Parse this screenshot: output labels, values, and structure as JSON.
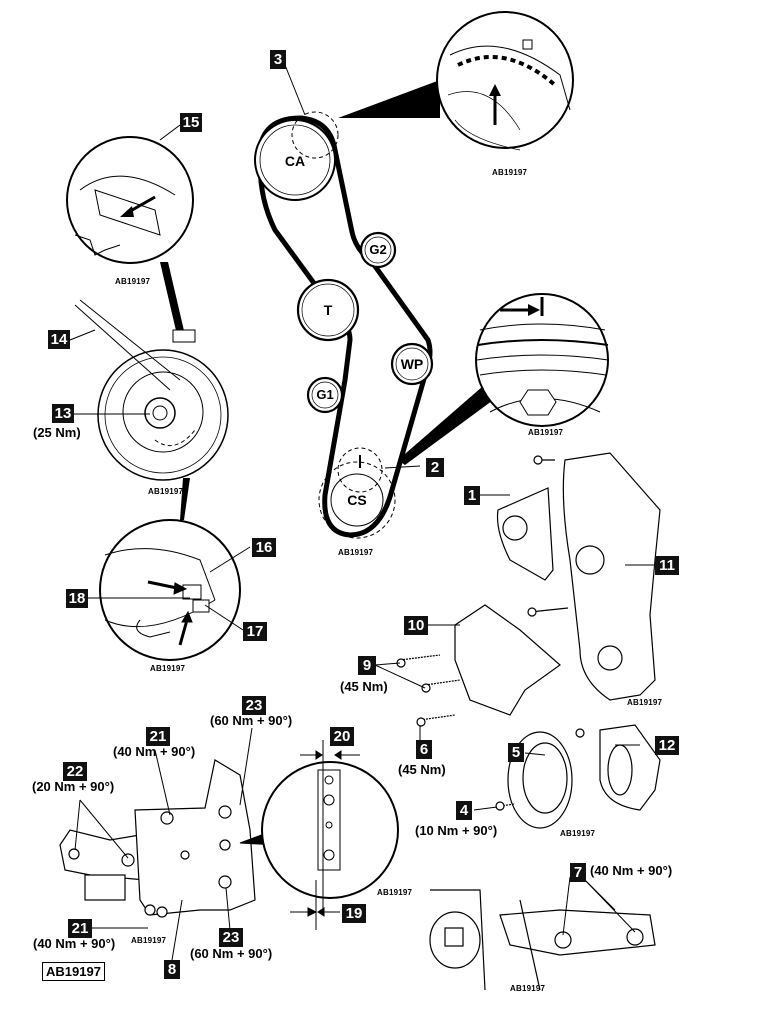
{
  "figure": {
    "title": "Timing belt installation diagram",
    "reference_code": "AB19197",
    "detail_reference": "AB19197"
  },
  "pulleys": [
    {
      "id": "CA",
      "label": "CA",
      "meaning": "camshaft sprocket"
    },
    {
      "id": "G2",
      "label": "G2",
      "meaning": "guide pulley 2"
    },
    {
      "id": "T",
      "label": "T",
      "meaning": "tensioner"
    },
    {
      "id": "WP",
      "label": "WP",
      "meaning": "water pump"
    },
    {
      "id": "G1",
      "label": "G1",
      "meaning": "guide pulley 1"
    },
    {
      "id": "CS",
      "label": "CS",
      "meaning": "crankshaft sprocket"
    }
  ],
  "callouts": {
    "c1": "1",
    "c2": "2",
    "c3": "3",
    "c4": "4",
    "c5": "5",
    "c6": "6",
    "c7": "7",
    "c8": "8",
    "c9": "9",
    "c10": "10",
    "c11": "11",
    "c12": "12",
    "c13": "13",
    "c14": "14",
    "c15": "15",
    "c16": "16",
    "c17": "17",
    "c18": "18",
    "c19": "19",
    "c20": "20",
    "c21a": "21",
    "c21b": "21",
    "c22": "22",
    "c23a": "23",
    "c23b": "23"
  },
  "torques": {
    "t13": "(25 Nm)",
    "t9": "(45 Nm)",
    "t6": "(45 Nm)",
    "t4": "(10 Nm + 90°)",
    "t7": "(40 Nm + 90°)",
    "t21a": "(40 Nm + 90°)",
    "t21b": "(40 Nm + 90°)",
    "t22": "(20 Nm + 90°)",
    "t23a": "(60 Nm + 90°)",
    "t23b": "(60 Nm + 90°)"
  }
}
